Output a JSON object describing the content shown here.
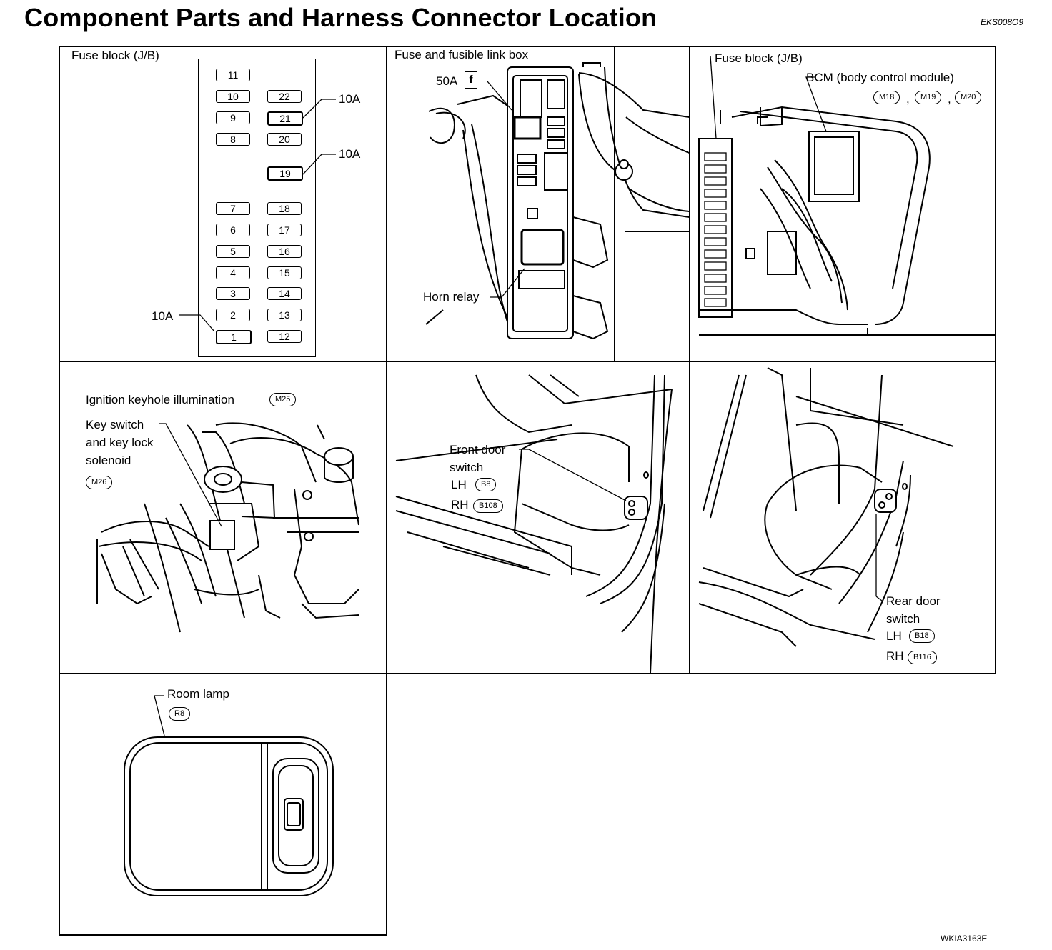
{
  "title": "Component Parts and Harness Connector Location",
  "doc_id": "EKS008O9",
  "figure_id": "WKIA3163E",
  "panels": {
    "fuse_block": {
      "label": "Fuse block (J/B)",
      "fuses_left": [
        "11",
        "10",
        "9",
        "8",
        "7",
        "6",
        "5",
        "4",
        "3",
        "2",
        "1"
      ],
      "fuses_right": [
        "22",
        "21",
        "20",
        "19",
        "18",
        "17",
        "16",
        "15",
        "14",
        "13",
        "12"
      ],
      "amp_21": "10A",
      "amp_19": "10A",
      "amp_1": "10A"
    },
    "fusible_link_box": {
      "label": "Fuse and fusible link box",
      "fuse_rating": "50A",
      "fuse_letter": "f",
      "horn_relay": "Horn relay"
    },
    "bcm": {
      "fuse_block_label": "Fuse block (J/B)",
      "bcm_label": "BCM (body control module)",
      "connectors": [
        "M18",
        "M19",
        "M20"
      ],
      "separator": ","
    },
    "ignition": {
      "keyhole_label": "Ignition keyhole illumination",
      "keyhole_connector": "M25",
      "key_switch_line1": "Key switch",
      "key_switch_line2": "and key lock",
      "key_switch_line3": "solenoid",
      "key_switch_connector": "M26"
    },
    "front_door": {
      "line1": "Front door",
      "line2": "switch",
      "lh": "LH",
      "lh_connector": "B8",
      "rh": "RH",
      "rh_connector": "B108"
    },
    "rear_door": {
      "line1": "Rear door",
      "line2": "switch",
      "lh": "LH",
      "lh_connector": "B18",
      "rh": "RH",
      "rh_connector": "B116"
    },
    "room_lamp": {
      "label": "Room lamp",
      "connector": "R8"
    }
  }
}
